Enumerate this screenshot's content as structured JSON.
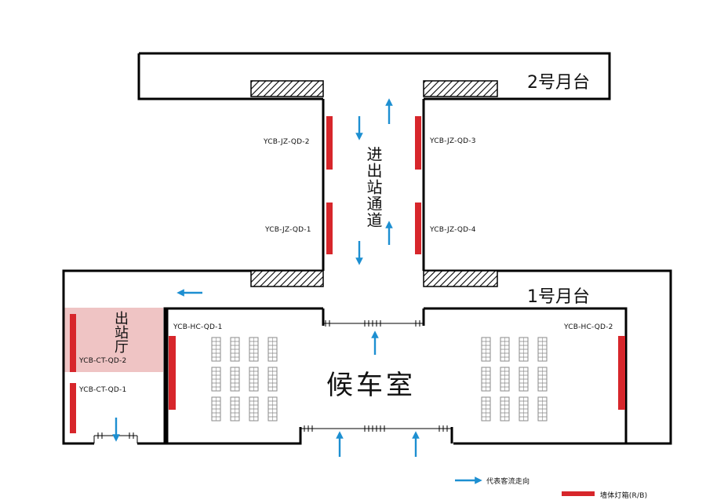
{
  "platforms": {
    "platform_2": "2号月台",
    "platform_1": "1号月台"
  },
  "passage_label": "进出站通道",
  "waiting_hall_label": "候车室",
  "exit_hall_label": "出站厅",
  "signs": {
    "jz_qd_1": "YCB-JZ-QD-1",
    "jz_qd_2": "YCB-JZ-QD-2",
    "jz_qd_3": "YCB-JZ-QD-3",
    "jz_qd_4": "YCB-JZ-QD-4",
    "hc_qd_1": "YCB-HC-QD-1",
    "hc_qd_2": "YCB-HC-QD-2",
    "ct_qd_1": "YCB-CT-QD-1",
    "ct_qd_2": "YCB-CT-QD-2"
  },
  "legend": {
    "flow_label": "代表客流走向",
    "sign_label": "墙体灯箱(R/B)"
  },
  "colors": {
    "wall": "#000000",
    "sign_red": "#d7262b",
    "flow_arrow_blue": "#1d8fd1",
    "exit_hall_fill": "#efc4c4",
    "seat_gray": "#bdbdbd"
  }
}
